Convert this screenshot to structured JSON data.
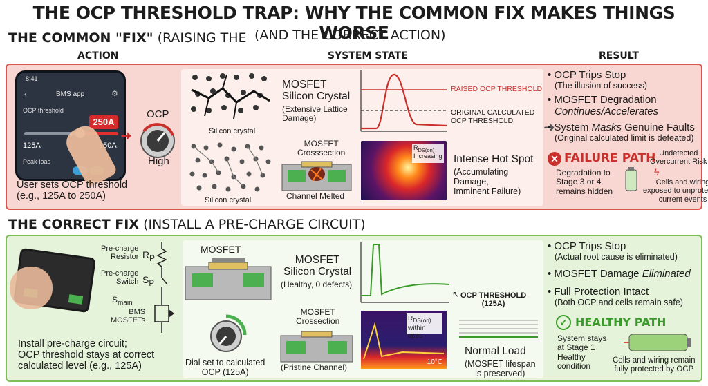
{
  "title": "THE OCP THRESHOLD TRAP: WHY THE COMMON FIX MAKES THINGS WORSE",
  "common_fix": {
    "heading_bold": "THE COMMON \"FIX\"",
    "heading_rest": "(RAISING THE",
    "heading_overlap": "(AND THE CORRECT ACTION)"
  },
  "columns": {
    "action": "ACTION",
    "state": "SYSTEM STATE",
    "result": "RESULT"
  },
  "bad": {
    "phone": {
      "time": "8:41",
      "app": "BMS app",
      "label": "OCP threshold",
      "value_box": "250A",
      "min": "125A",
      "max": "250A",
      "peak": "Peak-loas"
    },
    "knob": {
      "label": "OCP",
      "level": "High"
    },
    "action_caption": [
      "User sets OCP threshold",
      "(e.g., 125A to 250A)"
    ],
    "crystal_top_label": "Silicon crystal",
    "crystal_bottom_label": "Silicon crystal",
    "mosfet_text": [
      "MOSFET",
      "Silicon Crystal"
    ],
    "mosfet_small": [
      "(Extensive Lattice",
      "Damage)"
    ],
    "cross_title": [
      "MOSFET",
      "Crosssection"
    ],
    "cross_caption": "Channel Melted",
    "chart_labels": {
      "raised": "RAISED OCP THRESHOLD",
      "original": [
        "ORIGINAL CALCULATED",
        "OCP THRESHOLD"
      ]
    },
    "thermal_label": [
      "R",
      "DS(on)",
      "Increasing"
    ],
    "hotspot_title": "Intense Hot Spot",
    "hotspot_small": [
      "(Accumulating",
      "Damage,",
      "Imminent Failure)"
    ],
    "results": [
      {
        "main": "OCP Trips Stop",
        "sub": "(The illusion of success)"
      },
      {
        "main": "MOSFET Degradation",
        "sub_italic": "Continues/Accelerates"
      },
      {
        "main_pre": "System ",
        "main_italic": "Masks",
        "main_post": " Genuine Faults",
        "sub": "(Original calculated limit is defeated)"
      }
    ],
    "failure": {
      "heading": "FAILURE PATH",
      "left": [
        "Degradation to",
        "Stage 3 or 4",
        "remains hidden"
      ],
      "undetected": [
        "Undetected",
        "Overcurrent Risk"
      ],
      "cells": [
        "Cells and wiring",
        "exposed to unprotected",
        "current events"
      ]
    }
  },
  "correct_fix": {
    "heading_bold": "THE CORRECT FIX",
    "heading_rest": "(INSTALL A PRE-CHARGE CIRCUIT)"
  },
  "good": {
    "schematic": {
      "resistor": [
        "Pre-charge",
        "Resistor"
      ],
      "rp": "R",
      "rp_sub": "P",
      "switch": [
        "Pre-charge",
        "Switch"
      ],
      "sp": "S",
      "sp_sub": "P",
      "main": "S",
      "main_sub": "main",
      "bms": [
        "BMS",
        "MOSFETs"
      ]
    },
    "action_caption": [
      "Install pre-charge circuit;",
      "OCP threshold stays at correct",
      "calculated level (e.g., 125A)"
    ],
    "mosfet_label": "MOSFET",
    "knob_caption": [
      "Dial set to calculated",
      "OCP (125A)"
    ],
    "mosfet_text": [
      "MOSFET",
      "Silicon Crystal"
    ],
    "mosfet_small": "(Healthy, 0 defects)",
    "cross_title": [
      "MOSFET",
      "Crossection"
    ],
    "cross_caption": "(Pristine Channel)",
    "chart_label": [
      "OCP THRESHOLD",
      "(125A)"
    ],
    "thermal_label": [
      "R",
      "DS(on)",
      "within spec"
    ],
    "thermal_temp": "10°C",
    "load_title": "Normal Load",
    "load_small": [
      "(MOSFET lifespan",
      "is preserved)"
    ],
    "results": [
      {
        "main": "OCP Trips Stop",
        "sub": "(Actual root cause is eliminated)"
      },
      {
        "main_pre": "MOSFET Damage ",
        "main_italic": "Eliminated"
      },
      {
        "main": "Full Protection Intact",
        "sub": "(Both OCP and cells remain safe)"
      }
    ],
    "healthy": {
      "heading": "HEALTHY PATH",
      "left": [
        "System stays",
        "at Stage 1",
        "Healthy",
        "condition"
      ],
      "cells": [
        "Cells and wiring remain",
        "fully protected by OCP"
      ]
    }
  },
  "colors": {
    "red_panel": "#f8d7d2",
    "red_border": "#d9534f",
    "green_panel": "#e6f3db",
    "green_border": "#7fbf5a",
    "alarm": "#c9302c",
    "healthy": "#3a9a2a"
  }
}
